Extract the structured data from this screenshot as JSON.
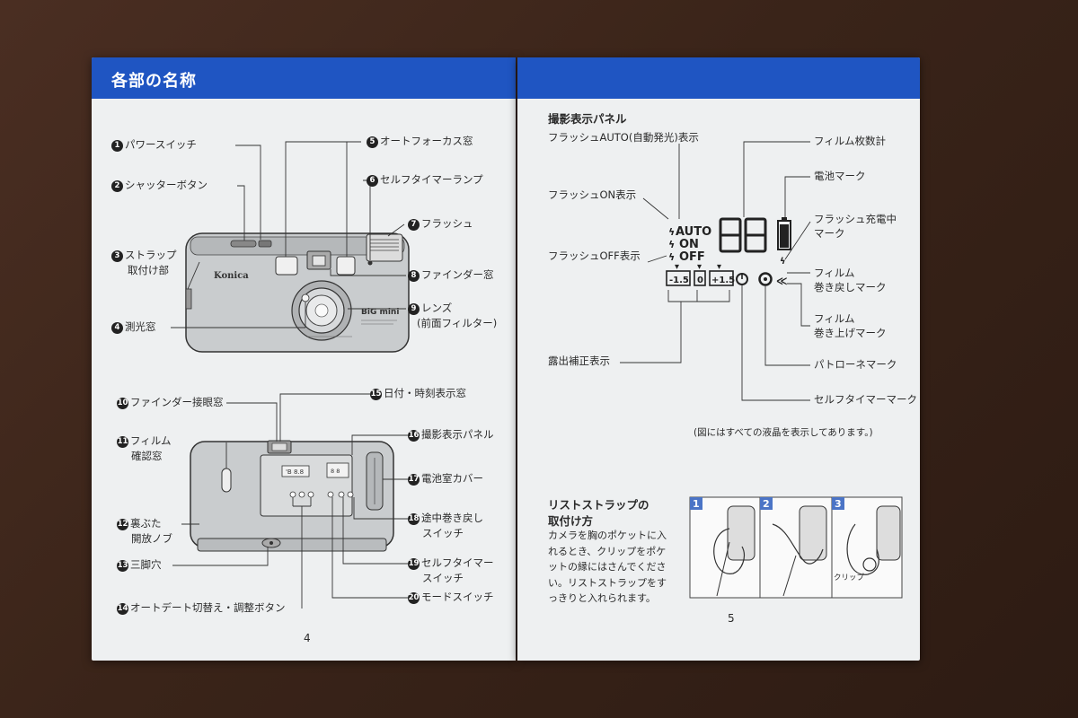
{
  "left": {
    "title": "各部の名称",
    "page_number": "4",
    "labels": {
      "l1": "パワースイッチ",
      "l2": "シャッターボタン",
      "l3a": "ストラップ",
      "l3b": "取付け部",
      "l4": "測光窓",
      "l5": "オートフォーカス窓",
      "l6": "セルフタイマーランプ",
      "l7": "フラッシュ",
      "l8": "ファインダー窓",
      "l9a": "レンズ",
      "l9b": "(前面フィルター)",
      "l10": "ファインダー接眼窓",
      "l11a": "フィルム",
      "l11b": "確認窓",
      "l12a": "裏ぶた",
      "l12b": "開放ノブ",
      "l13": "三脚穴",
      "l14": "オートデート切替え・調整ボタン",
      "l15": "日付・時刻表示窓",
      "l16": "撮影表示パネル",
      "l17": "電池室カバー",
      "l18a": "途中巻き戻し",
      "l18b": "スイッチ",
      "l19a": "セルフタイマー",
      "l19b": "スイッチ",
      "l20": "モードスイッチ"
    },
    "numbers": {
      "n1": "1",
      "n2": "2",
      "n3": "3",
      "n4": "4",
      "n5": "5",
      "n6": "6",
      "n7": "7",
      "n8": "8",
      "n9": "9",
      "n10": "10",
      "n11": "11",
      "n12": "12",
      "n13": "13",
      "n14": "14",
      "n15": "15",
      "n16": "16",
      "n17": "17",
      "n18": "18",
      "n19": "19",
      "n20": "20"
    },
    "camera": {
      "brand": "Konica",
      "model": "BiG mini"
    }
  },
  "right": {
    "page_number": "5",
    "panel_title": "撮影表示パネル",
    "labels": {
      "flash_auto": "フラッシュAUTO(自動発光)表示",
      "flash_on": "フラッシュON表示",
      "flash_off": "フラッシュOFF表示",
      "exposure": "露出補正表示",
      "frame_count": "フィルム枚数計",
      "battery": "電池マーク",
      "charge_a": "フラッシュ充電中",
      "charge_b": "マーク",
      "rewind_a": "フィルム",
      "rewind_b": "巻き戻しマーク",
      "advance_a": "フィルム",
      "advance_b": "巻き上げマーク",
      "patrone": "パトローネマーク",
      "selftimer": "セルフタイマーマーク"
    },
    "lcd": {
      "auto": "AUTO",
      "on": "ON",
      "off": "OFF",
      "digits": "88",
      "minus": "-1.5",
      "zero": "0",
      "plus": "+1.5"
    },
    "note": "(図にはすべての液晶を表示してあります。)",
    "strap": {
      "heading_1": "リストストラップの",
      "heading_2": "取付け方",
      "lines": [
        "カメラを胸のポケットに入",
        "れるとき、クリップをポケ",
        "ットの縁にはさんでくださ",
        "い。リストストラップをす",
        "っきりと入れられます。"
      ],
      "steps": [
        "1",
        "2",
        "3"
      ],
      "clip_label": "クリップ"
    }
  }
}
